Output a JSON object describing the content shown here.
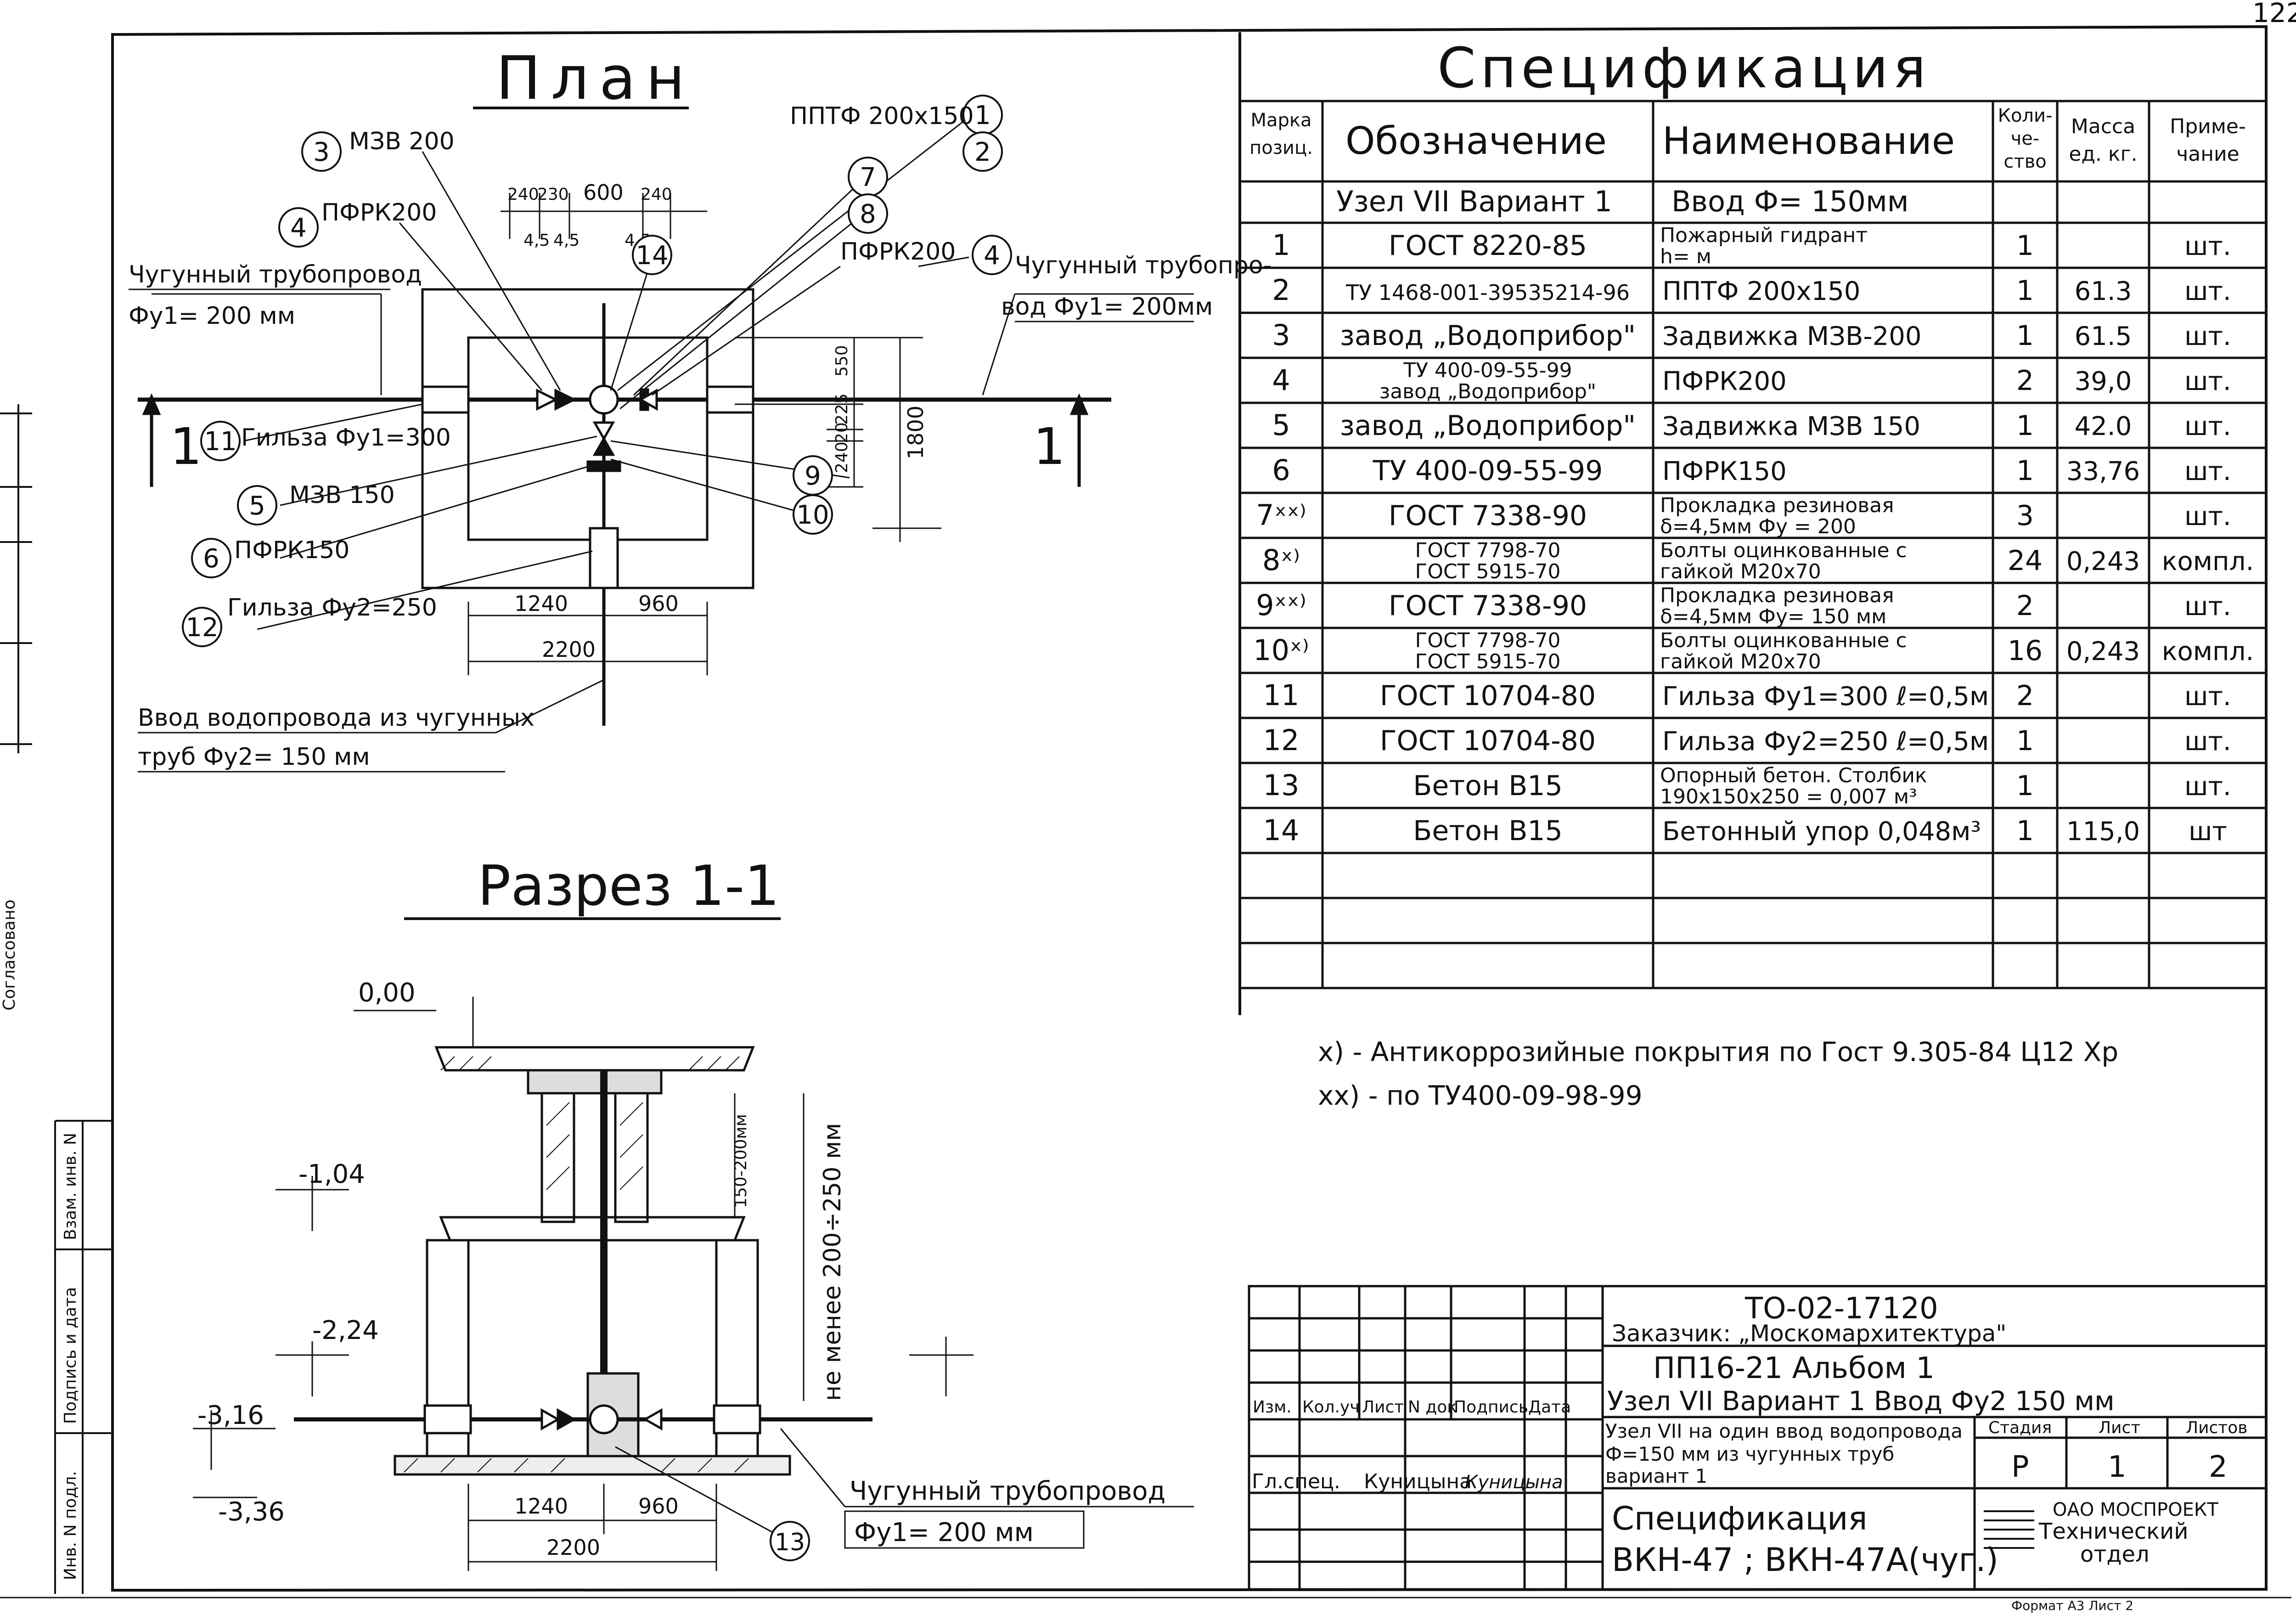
{
  "page_number": "122",
  "plan": {
    "title": "План",
    "callouts": {
      "c1": "1",
      "c2": "2",
      "c3": "3",
      "c4a": "4",
      "c4b": "4",
      "c5": "5",
      "c6": "6",
      "c7": "7",
      "c8": "8",
      "c9": "9",
      "c10": "10",
      "c11": "11",
      "c12": "12",
      "c14": "14"
    },
    "labels": {
      "mzv200": "МЗВ 200",
      "pfrk200_left": "ПФРК200",
      "pptf": "ППТФ 200х150",
      "pfrk200_right": "ПФРК200",
      "pipe_left_1": "Чугунный трубопровод",
      "pipe_left_2": "Фу1= 200 мм",
      "pipe_right_1": "Чугунный трубопро-",
      "pipe_right_2": "вод Фу1= 200мм",
      "sleeve300": "Гильза Фу1=300",
      "mzv150": "МЗВ 150",
      "pfrk150": "ПФРК150",
      "sleeve250": "Гильза Фу2=250",
      "inlet_1": "Ввод водопровода из чугунных",
      "inlet_2": "труб Фу2= 150 мм",
      "section_mark_left": "1",
      "section_mark_right": "1"
    },
    "dims": {
      "d240a": "240",
      "d230": "230",
      "d600": "600",
      "d240b": "240",
      "d45a": "4,5",
      "d45b": "4,5",
      "d45c": "4,5",
      "d550": "550",
      "d225": "225",
      "d20": "20",
      "d240v": "240",
      "d1800": "1800",
      "d1240": "1240",
      "d960": "960",
      "d2200": "2200"
    }
  },
  "section": {
    "title": "Разрез 1-1",
    "levels": {
      "l000": "0,00",
      "l104": "-1,04",
      "l224": "-2,24",
      "l316": "-3,16",
      "l336": "-3,36"
    },
    "dims": {
      "d150_200": "150-200мм",
      "d1240": "1240",
      "d960": "960",
      "d2200": "2200"
    },
    "depth_note": "не менее 200÷250 мм",
    "pipe_1": "Чугунный трубопровод",
    "pipe_2": "Фу1= 200 мм",
    "callout13": "13"
  },
  "spec": {
    "title": "Спецификация",
    "headers": {
      "pos_1": "Марка",
      "pos_2": "позиц.",
      "designation": "Обозначение",
      "name": "Наименование",
      "qty_1": "Коли-",
      "qty_2": "че-",
      "qty_3": "ство",
      "mass_1": "Масса",
      "mass_2": "ед. кг.",
      "note_1": "Приме-",
      "note_2": "чание"
    },
    "group": {
      "designation": "Узел VII Вариант 1",
      "name": "Ввод Ф= 150мм"
    },
    "rows": [
      {
        "pos": "1",
        "des": [
          "ГОСТ 8220-85"
        ],
        "name": [
          "Пожарный гидрант",
          "h= м"
        ],
        "qty": "1",
        "mass": "",
        "note": "шт."
      },
      {
        "pos": "2",
        "des": [
          "ТУ 1468-001-39535214-96"
        ],
        "name": [
          "ППТФ 200х150"
        ],
        "qty": "1",
        "mass": "61.3",
        "note": "шт."
      },
      {
        "pos": "3",
        "des": [
          "завод „Водоприбор\""
        ],
        "name": [
          "Задвижка МЗВ-200"
        ],
        "qty": "1",
        "mass": "61.5",
        "note": "шт."
      },
      {
        "pos": "4",
        "des": [
          "ТУ 400-09-55-99",
          "завод „Водоприбор\""
        ],
        "name": [
          "ПФРК200"
        ],
        "qty": "2",
        "mass": "39,0",
        "note": "шт."
      },
      {
        "pos": "5",
        "des": [
          "завод „Водоприбор\""
        ],
        "name": [
          "Задвижка МЗВ 150"
        ],
        "qty": "1",
        "mass": "42.0",
        "note": "шт."
      },
      {
        "pos": "6",
        "des": [
          "ТУ 400-09-55-99"
        ],
        "name": [
          "ПФРК150"
        ],
        "qty": "1",
        "mass": "33,76",
        "note": "шт."
      },
      {
        "pos": "7ˣˣ⁾",
        "des": [
          "ГОСТ 7338-90"
        ],
        "name": [
          "Прокладка резиновая",
          "δ=4,5мм Фу = 200"
        ],
        "qty": "3",
        "mass": "",
        "note": "шт."
      },
      {
        "pos": "8ˣ⁾",
        "des": [
          "ГОСТ 7798-70",
          "ГОСТ 5915-70"
        ],
        "name": [
          "Болты оцинкованные с",
          "гайкой М20х70"
        ],
        "qty": "24",
        "mass": "0,243",
        "note": "компл."
      },
      {
        "pos": "9ˣˣ⁾",
        "des": [
          "ГОСТ 7338-90"
        ],
        "name": [
          "Прокладка резиновая",
          "δ=4,5мм Фу= 150 мм"
        ],
        "qty": "2",
        "mass": "",
        "note": "шт."
      },
      {
        "pos": "10ˣ⁾",
        "des": [
          "ГОСТ 7798-70",
          "ГОСТ 5915-70"
        ],
        "name": [
          "Болты оцинкованные с",
          "гайкой М20х70"
        ],
        "qty": "16",
        "mass": "0,243",
        "note": "компл."
      },
      {
        "pos": "11",
        "des": [
          "ГОСТ 10704-80"
        ],
        "name": [
          "Гильза Фу1=300 ℓ=0,5м"
        ],
        "qty": "2",
        "mass": "",
        "note": "шт."
      },
      {
        "pos": "12",
        "des": [
          "ГОСТ 10704-80"
        ],
        "name": [
          "Гильза Фу2=250 ℓ=0,5м"
        ],
        "qty": "1",
        "mass": "",
        "note": "шт."
      },
      {
        "pos": "13",
        "des": [
          "Бетон В15"
        ],
        "name": [
          "Опорный бетон. Столбик",
          "190х150х250 = 0,007 м³"
        ],
        "qty": "1",
        "mass": "",
        "note": "шт."
      },
      {
        "pos": "14",
        "des": [
          "Бетон В15"
        ],
        "name": [
          "Бетонный упор 0,048м³"
        ],
        "qty": "1",
        "mass": "115,0",
        "note": "шт"
      }
    ],
    "footnote_1": "х) - Антикоррозийные покрытия по Гост 9.305-84 Ц12 Хр",
    "footnote_2": "хх) - по ТУ400-09-98-99"
  },
  "side_stamp": {
    "s1": "Взам. инв. N",
    "s2": "Подпись и дата",
    "s3": "Инв. N подл.",
    "s4": "Согласовано"
  },
  "title_block": {
    "code": "ТО-02-17120",
    "customer": "Заказчик: „Москомархитектура\"",
    "album": "ПП16-21 Альбом 1",
    "node": "Узел VII Вариант 1 Ввод Фу2 150 мм",
    "desc_1": "Узел VII на один ввод водопровода",
    "desc_2": "Ф=150 мм из чугунных труб",
    "desc_3": "вариант 1",
    "stage_h": "Стадия",
    "sheet_h": "Лист",
    "sheets_h": "Листов",
    "stage": "Р",
    "sheet": "1",
    "sheets": "2",
    "rev_headers": [
      "Изм.",
      "Кол.уч",
      "Лист",
      "N док",
      "Подпись",
      "Дата"
    ],
    "role": "Гл.спец.",
    "person": "Куницына",
    "signature": "Куницына",
    "doc_1": "Спецификация",
    "doc_2": "ВКН-47 ; ВКН-47А(чуг.)",
    "org_1": "ОАО МОСПРОЕКТ",
    "org_2": "Технический",
    "org_3": "отдел",
    "format": "Формат А3  Лист 2"
  }
}
